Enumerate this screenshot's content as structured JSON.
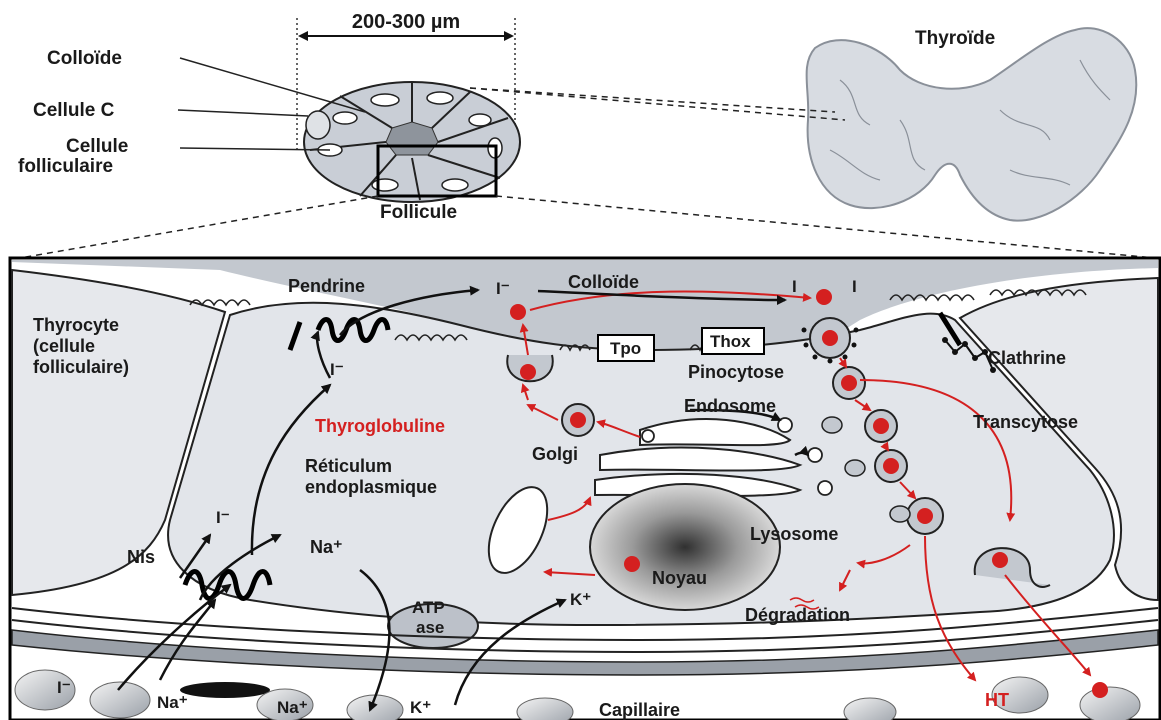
{
  "top": {
    "scale_label": "200-300 µm",
    "colloid_label": "Colloïde",
    "c_cell_label": "Cellule C",
    "follicular_cell_label_1": "Cellule",
    "follicular_cell_label_2": "folliculaire",
    "follicle_label": "Follicule",
    "thyroid_label": "Thyroïde"
  },
  "cell": {
    "thyrocyte_1": "Thyrocyte",
    "thyrocyte_2": "(cellule",
    "thyrocyte_3": "folliculaire)",
    "pendrine": "Pendrine",
    "colloide": "Colloïde",
    "iodide_top": "I⁻",
    "i_a": "I",
    "i_b": "I",
    "tpo": "Tpo",
    "thox": "Thox",
    "pinocytose": "Pinocytose",
    "clathrine": "Clathrine",
    "transcytose": "Transcytose",
    "endosome": "Endosome",
    "thyroglobuline": "Thyroglobuline",
    "golgi": "Golgi",
    "reticulum_1": "Réticulum",
    "reticulum_2": "endoplasmique",
    "iodide_mid": "I⁻",
    "iodide_low": "I⁻",
    "nis": "Nis",
    "na_in": "Na⁺",
    "lysosome": "Lysosome",
    "noyau": "Noyau",
    "degradation": "Dégradation",
    "atp_1": "ATP",
    "atp_2": "ase",
    "k_in": "K⁺",
    "iodide_blood": "I⁻",
    "na_blood": "Na⁺",
    "na_out": "Na⁺",
    "k_out": "K⁺",
    "capillaire": "Capillaire",
    "ht": "HT"
  },
  "colors": {
    "red": "#d42020",
    "gray_fill": "#bfc4cc",
    "cell_fill": "#e2e5ea"
  }
}
